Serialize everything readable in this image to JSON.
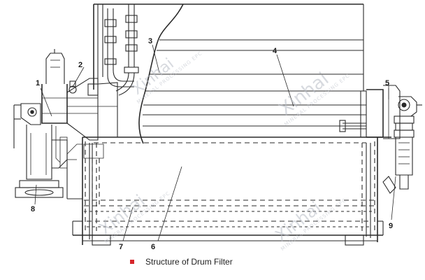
{
  "caption": {
    "text": "Structure of Drum Filter",
    "marker_color": "#d6262b"
  },
  "callouts": {
    "c1": "1",
    "c2": "2",
    "c3": "3",
    "c4": "4",
    "c5": "5",
    "c6": "6",
    "c7": "7",
    "c8": "8",
    "c9": "9"
  },
  "watermark": {
    "brand": "Xinhai",
    "tagline": "MINERAL PROCESSING EPC"
  }
}
